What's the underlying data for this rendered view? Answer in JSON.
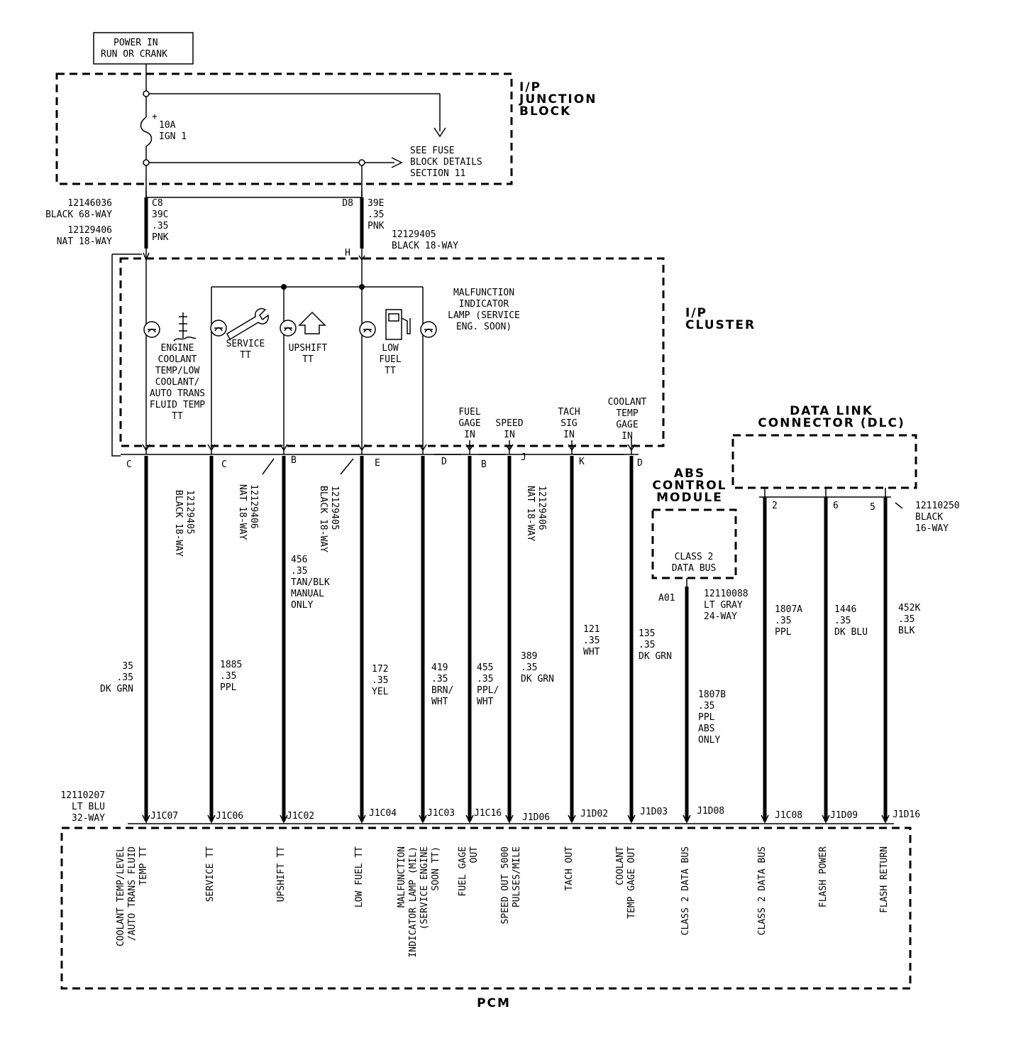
{
  "power": {
    "line1": "POWER IN",
    "line2": "RUN OR CRANK"
  },
  "junction_block": {
    "title": [
      "I/P",
      "JUNCTION",
      "BLOCK"
    ],
    "fuse": [
      "10A",
      "IGN 1"
    ],
    "see_fuse": [
      "SEE FUSE",
      "BLOCK DETAILS",
      "SECTION 11"
    ]
  },
  "connectors": {
    "c68": [
      "12146036",
      "BLACK 68-WAY"
    ],
    "c18nat_top": [
      "12129406",
      "NAT 18-WAY"
    ],
    "c18blk_top": [
      "12129405",
      "BLACK 18-WAY"
    ],
    "c18blk_1": [
      "12129405",
      "BLACK 18-WAY"
    ],
    "c18nat_1": [
      "12129406",
      "NAT 18-WAY"
    ],
    "c18blk_2": [
      "12129405",
      "BLACK 18-WAY"
    ],
    "c18nat_2": [
      "12129406",
      "NAT 18-WAY"
    ],
    "abs_conn": [
      "12110088",
      "LT GRAY",
      "24-WAY"
    ],
    "dlc_conn": [
      "12110250",
      "BLACK",
      "16-WAY"
    ],
    "pcm_conn": [
      "12110207",
      "LT BLU",
      "32-WAY"
    ]
  },
  "feeds": {
    "c8": {
      "pin": "C8",
      "wire": [
        "39C",
        ".35",
        "PNK"
      ]
    },
    "d8": {
      "pin": "D8",
      "wire": [
        "39E",
        ".35",
        "PNK"
      ]
    },
    "h_pin": "H"
  },
  "cluster": {
    "title": [
      "I/P",
      "CLUSTER"
    ],
    "lamp_coolant": [
      "ENGINE",
      "COOLANT",
      "TEMP/LOW",
      "COOLANT/",
      "AUTO TRANS",
      "FLUID TEMP",
      "TT"
    ],
    "lamp_service": [
      "SERVICE",
      "TT"
    ],
    "lamp_upshift": [
      "UPSHIFT",
      "TT"
    ],
    "lamp_lowfuel": [
      "LOW",
      "FUEL",
      "TT"
    ],
    "lamp_mil": [
      "MALFUNCTION",
      "INDICATOR",
      "LAMP (SERVICE",
      "ENG.  SOON)"
    ],
    "fuel_gage_in": [
      "FUEL",
      "GAGE",
      "IN"
    ],
    "speed_in": [
      "SPEED",
      "IN"
    ],
    "tach_sig_in": [
      "TACH",
      "SIG",
      "IN"
    ],
    "coolant_gage_in": [
      "COOLANT",
      "TEMP",
      "GAGE",
      "IN"
    ]
  },
  "abs": {
    "title": [
      "ABS",
      "CONTROL",
      "MODULE"
    ],
    "body": [
      "CLASS 2",
      "DATA BUS"
    ],
    "pin": "A01"
  },
  "dlc": {
    "title": [
      "DATA LINK",
      "CONNECTOR (DLC)"
    ]
  },
  "circuits": [
    {
      "name": "coolant",
      "top_pin": "C",
      "wire": [
        "35",
        ".35",
        "DK GRN"
      ],
      "pcm_pin": "J1C07",
      "pcm_label": [
        "COOLANT TEMP/LEVEL",
        "/AUTO TRANS FLUID",
        "TEMP TT"
      ]
    },
    {
      "name": "service",
      "top_pin": "C",
      "wire": [
        "1885",
        ".35",
        "PPL"
      ],
      "pcm_pin": "J1C06",
      "pcm_label": [
        "SERVICE TT"
      ]
    },
    {
      "name": "upshift",
      "top_pin": "B",
      "wire": [
        "456",
        ".35",
        "TAN/BLK",
        "MANUAL",
        "ONLY"
      ],
      "pcm_pin": "J1C02",
      "pcm_label": [
        "UPSHIFT TT"
      ]
    },
    {
      "name": "lowfuel",
      "top_pin": "E",
      "wire": [
        "172",
        ".35",
        "YEL"
      ],
      "pcm_pin": "J1C04",
      "pcm_label": [
        "LOW FUEL TT"
      ]
    },
    {
      "name": "mil",
      "top_pin": "D",
      "wire": [
        "419",
        ".35",
        "BRN/",
        "WHT"
      ],
      "pcm_pin": "J1C03",
      "pcm_label": [
        "MALFUNCTION",
        "INDICATOR LAMP (MIL)",
        "(SERVICE ENGINE",
        "SOON TT)"
      ]
    },
    {
      "name": "fuelgage",
      "top_pin": "B",
      "wire": [
        "455",
        ".35",
        "PPL/",
        "WHT"
      ],
      "pcm_pin": "J1C16",
      "pcm_label": [
        "FUEL GAGE",
        "OUT"
      ]
    },
    {
      "name": "speed",
      "top_pin": "J",
      "wire": [
        "389",
        ".35",
        "DK GRN"
      ],
      "pcm_pin": "J1D06",
      "pcm_label": [
        "SPEED OUT 5000",
        "PULSES/MILE"
      ]
    },
    {
      "name": "tach",
      "top_pin": "K",
      "wire": [
        "121",
        ".35",
        "WHT"
      ],
      "pcm_pin": "J1D02",
      "pcm_label": [
        "TACH OUT"
      ]
    },
    {
      "name": "coolgage",
      "top_pin": "D",
      "wire": [
        "135",
        ".35",
        "DK GRN"
      ],
      "pcm_pin": "J1D03",
      "pcm_label": [
        "COOLANT",
        "TEMP GAGE OUT"
      ]
    },
    {
      "name": "abs",
      "top_pin": "",
      "wire": [
        "1807B",
        ".35",
        "PPL",
        "ABS",
        "ONLY"
      ],
      "pcm_pin": "J1D08",
      "pcm_label": [
        "CLASS 2 DATA BUS"
      ]
    },
    {
      "name": "dlc2",
      "top_pin": "2",
      "wire": [
        "1807A",
        ".35",
        "PPL"
      ],
      "pcm_pin": "J1C08",
      "pcm_label": [
        "CLASS 2 DATA BUS"
      ]
    },
    {
      "name": "dlc6",
      "top_pin": "6",
      "wire": [
        "1446",
        ".35",
        "DK BLU"
      ],
      "pcm_pin": "J1D09",
      "pcm_label": [
        "FLASH POWER"
      ]
    },
    {
      "name": "dlc5",
      "top_pin": "5",
      "wire": [
        "452K",
        ".35",
        "BLK"
      ],
      "pcm_pin": "J1D16",
      "pcm_label": [
        "FLASH RETURN"
      ]
    }
  ],
  "pcm": {
    "title": "PCM"
  }
}
